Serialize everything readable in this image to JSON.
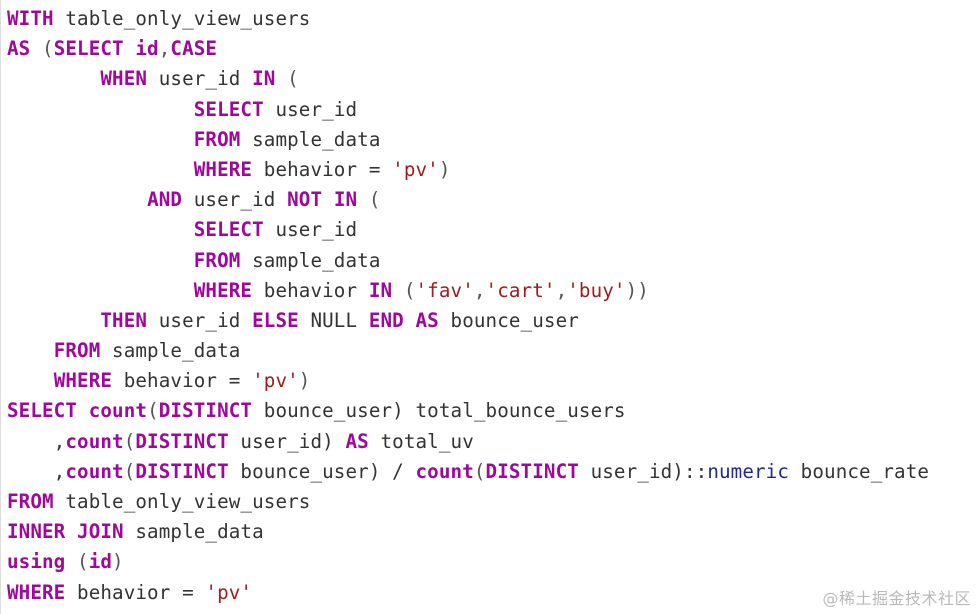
{
  "code": {
    "language": "sql",
    "colors": {
      "keyword": "#a0089d",
      "string": "#a31b1b",
      "type": "#21288e",
      "text": "#333333"
    },
    "lines": [
      [
        [
          "kw",
          "WITH"
        ],
        [
          "plain",
          " table_only_view_users"
        ]
      ],
      [
        [
          "kw",
          "AS"
        ],
        [
          "pun",
          " ("
        ],
        [
          "kw",
          "SELECT"
        ],
        [
          "plain",
          " "
        ],
        [
          "kw",
          "id"
        ],
        [
          "pun",
          ","
        ],
        [
          "kw",
          "CASE"
        ]
      ],
      [
        [
          "plain",
          "        "
        ],
        [
          "kw",
          "WHEN"
        ],
        [
          "plain",
          " user_id "
        ],
        [
          "kw",
          "IN"
        ],
        [
          "pun",
          " ("
        ]
      ],
      [
        [
          "plain",
          "                "
        ],
        [
          "kw",
          "SELECT"
        ],
        [
          "plain",
          " user_id"
        ]
      ],
      [
        [
          "plain",
          "                "
        ],
        [
          "kw",
          "FROM"
        ],
        [
          "plain",
          " sample_data"
        ]
      ],
      [
        [
          "plain",
          "                "
        ],
        [
          "kw",
          "WHERE"
        ],
        [
          "plain",
          " behavior = "
        ],
        [
          "str",
          "'pv'"
        ],
        [
          "pun",
          ")"
        ]
      ],
      [
        [
          "plain",
          "            "
        ],
        [
          "kw",
          "AND"
        ],
        [
          "plain",
          " user_id "
        ],
        [
          "kw",
          "NOT"
        ],
        [
          "plain",
          " "
        ],
        [
          "kw",
          "IN"
        ],
        [
          "pun",
          " ("
        ]
      ],
      [
        [
          "plain",
          "                "
        ],
        [
          "kw",
          "SELECT"
        ],
        [
          "plain",
          " user_id"
        ]
      ],
      [
        [
          "plain",
          "                "
        ],
        [
          "kw",
          "FROM"
        ],
        [
          "plain",
          " sample_data"
        ]
      ],
      [
        [
          "plain",
          "                "
        ],
        [
          "kw",
          "WHERE"
        ],
        [
          "plain",
          " behavior "
        ],
        [
          "kw",
          "IN"
        ],
        [
          "pun",
          " ("
        ],
        [
          "str",
          "'fav'"
        ],
        [
          "pun",
          ","
        ],
        [
          "str",
          "'cart'"
        ],
        [
          "pun",
          ","
        ],
        [
          "str",
          "'buy'"
        ],
        [
          "pun",
          "))"
        ]
      ],
      [
        [
          "plain",
          "        "
        ],
        [
          "kw",
          "THEN"
        ],
        [
          "plain",
          " user_id "
        ],
        [
          "kw",
          "ELSE"
        ],
        [
          "plain",
          " NULL "
        ],
        [
          "kw",
          "END"
        ],
        [
          "plain",
          " "
        ],
        [
          "kw",
          "AS"
        ],
        [
          "plain",
          " bounce_user"
        ]
      ],
      [
        [
          "plain",
          "    "
        ],
        [
          "kw",
          "FROM"
        ],
        [
          "plain",
          " sample_data"
        ]
      ],
      [
        [
          "plain",
          "    "
        ],
        [
          "kw",
          "WHERE"
        ],
        [
          "plain",
          " behavior = "
        ],
        [
          "str",
          "'pv'"
        ],
        [
          "pun",
          ")"
        ]
      ],
      [
        [
          "kw",
          "SELECT"
        ],
        [
          "plain",
          " "
        ],
        [
          "fn",
          "count"
        ],
        [
          "pun",
          "("
        ],
        [
          "kw",
          "DISTINCT"
        ],
        [
          "plain",
          " bounce_user) total_bounce_users"
        ]
      ],
      [
        [
          "plain",
          "    ,"
        ],
        [
          "fn",
          "count"
        ],
        [
          "pun",
          "("
        ],
        [
          "kw",
          "DISTINCT"
        ],
        [
          "plain",
          " user_id) "
        ],
        [
          "kw",
          "AS"
        ],
        [
          "plain",
          " total_uv"
        ]
      ],
      [
        [
          "plain",
          "    ,"
        ],
        [
          "fn",
          "count"
        ],
        [
          "pun",
          "("
        ],
        [
          "kw",
          "DISTINCT"
        ],
        [
          "plain",
          " bounce_user) / "
        ],
        [
          "fn",
          "count"
        ],
        [
          "pun",
          "("
        ],
        [
          "kw",
          "DISTINCT"
        ],
        [
          "plain",
          " user_id)::"
        ],
        [
          "typ",
          "numeric"
        ],
        [
          "plain",
          " bounce_rate"
        ]
      ],
      [
        [
          "kw",
          "FROM"
        ],
        [
          "plain",
          " table_only_view_users"
        ]
      ],
      [
        [
          "kw",
          "INNER"
        ],
        [
          "plain",
          " "
        ],
        [
          "kw",
          "JOIN"
        ],
        [
          "plain",
          " sample_data"
        ]
      ],
      [
        [
          "kw",
          "using"
        ],
        [
          "pun",
          " ("
        ],
        [
          "kw",
          "id"
        ],
        [
          "pun",
          ")"
        ]
      ],
      [
        [
          "kw",
          "WHERE"
        ],
        [
          "plain",
          " behavior = "
        ],
        [
          "str",
          "'pv'"
        ]
      ]
    ]
  },
  "watermark": "@稀土掘金技术社区"
}
